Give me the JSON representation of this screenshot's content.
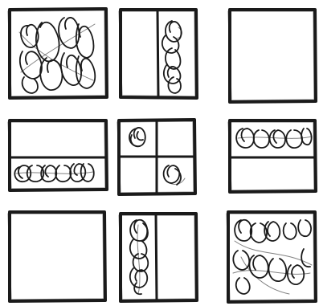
{
  "ink_color": "#1a1a1a",
  "paper_color": "#ffffff",
  "panels": [
    {
      "id": "panel-1",
      "layout": "filled-with-loops"
    },
    {
      "id": "panel-2",
      "layout": "right-column-loops"
    },
    {
      "id": "panel-3",
      "layout": "empty"
    },
    {
      "id": "panel-4",
      "layout": "bottom-row-loops"
    },
    {
      "id": "panel-5",
      "layout": "quadrants-with-loops"
    },
    {
      "id": "panel-6",
      "layout": "top-row-loops"
    },
    {
      "id": "panel-7",
      "layout": "empty"
    },
    {
      "id": "panel-8",
      "layout": "left-column-loops"
    },
    {
      "id": "panel-9",
      "layout": "filled-with-loops"
    }
  ]
}
